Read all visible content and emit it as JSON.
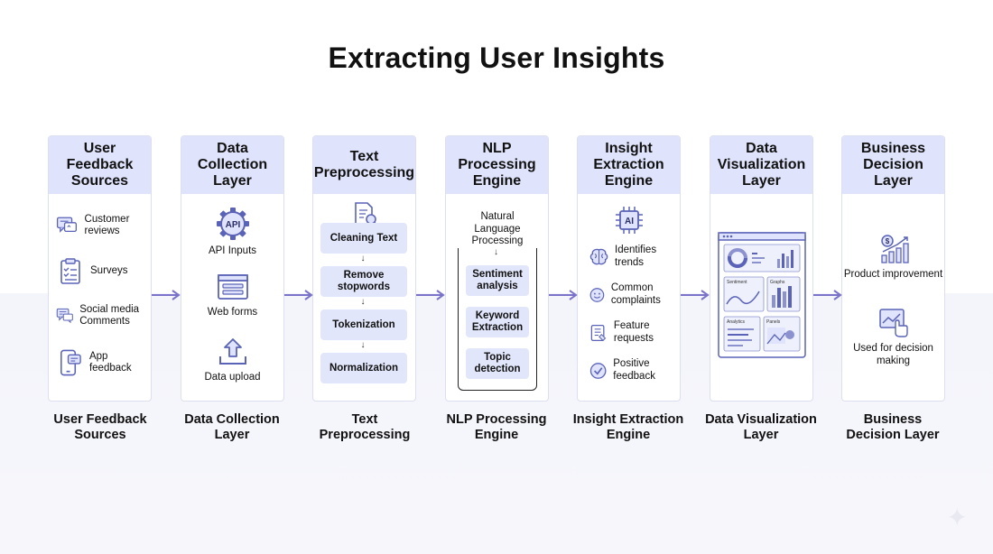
{
  "title": "Extracting User Insights",
  "stages": [
    {
      "header": "User Feedback Sources",
      "caption": "User Feedback Sources",
      "items": [
        {
          "label": "Customer reviews",
          "icon": "review-chat-icon"
        },
        {
          "label": "Surveys",
          "icon": "survey-clipboard-icon"
        },
        {
          "label": "Social media Comments",
          "icon": "social-comments-icon"
        },
        {
          "label": "App feedback",
          "icon": "app-feedback-phone-icon"
        }
      ]
    },
    {
      "header": "Data Collection Layer",
      "caption": "Data Collection Layer",
      "items": [
        {
          "label": "API Inputs",
          "icon": "api-gear-icon",
          "icon_text": "API"
        },
        {
          "label": "Web forms",
          "icon": "web-form-icon"
        },
        {
          "label": "Data upload",
          "icon": "upload-icon"
        }
      ]
    },
    {
      "header": "Text Preprocessing",
      "caption": "Text Preprocessing",
      "steps": [
        "Cleaning Text",
        "Remove stopwords",
        "Tokenization",
        "Normalization"
      ],
      "icon": "document-search-icon"
    },
    {
      "header": "NLP Processing Engine",
      "caption": "NLP Processing Engine",
      "group_label": "Natural Language Processing",
      "steps": [
        "Sentiment analysis",
        "Keyword Extraction",
        "Topic detection"
      ]
    },
    {
      "header": "Insight Extraction Engine",
      "caption": "Insight Extraction Engine",
      "chip_text": "AI",
      "items": [
        {
          "label": "Identifies trends",
          "icon": "brain-icon"
        },
        {
          "label": "Common complaints",
          "icon": "smiley-icon"
        },
        {
          "label": "Feature requests",
          "icon": "checklist-icon"
        },
        {
          "label": "Positive feedback",
          "icon": "check-circle-icon"
        }
      ]
    },
    {
      "header": "Data Visualization Layer",
      "caption": "Data Visualization Layer",
      "dashboard_panels": [
        "Sentiment",
        "Graphs",
        "Analytics",
        "Panels"
      ]
    },
    {
      "header": "Business Decision Layer",
      "caption": "Business Decision Layer",
      "items": [
        {
          "label": "Product improvement",
          "icon": "growth-chart-icon"
        },
        {
          "label": "Used for decision making",
          "icon": "decision-click-icon"
        }
      ]
    }
  ],
  "colors": {
    "header_bg": "#dfe3fb",
    "pill_bg": "#e2e6fb",
    "accent": "#7b72c9",
    "icon": "#5a63b8"
  }
}
